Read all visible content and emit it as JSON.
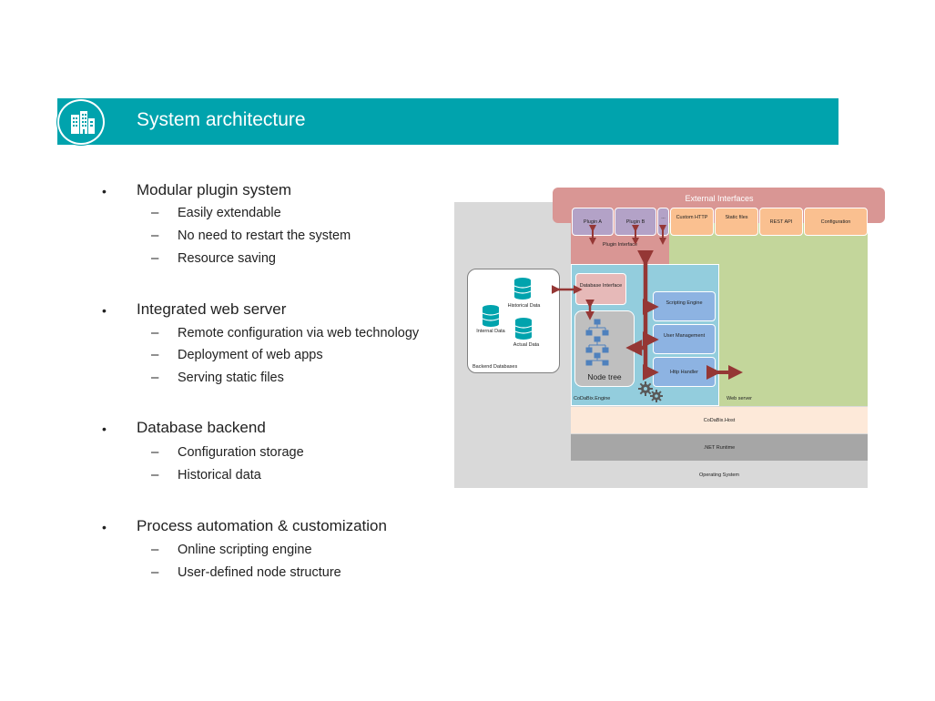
{
  "header": {
    "title": "System architecture",
    "icon": "buildings-icon"
  },
  "sections": [
    {
      "title": "Modular plugin system",
      "items": [
        "Easily extendable",
        "No need to restart the system",
        "Resource saving"
      ]
    },
    {
      "title": "Integrated web server",
      "items": [
        "Remote configuration via web technology",
        "Deployment of web apps",
        "Serving static files"
      ]
    },
    {
      "title": "Database backend",
      "items": [
        "Configuration storage",
        "Historical data"
      ]
    },
    {
      "title": "Process automation & customization",
      "items": [
        "Online scripting engine",
        "User-defined node structure"
      ]
    }
  ],
  "bullet_symbol": "•",
  "dash_symbol": "–",
  "diagram": {
    "external_interfaces": "External Interfaces",
    "plugin_a": "Plugin A",
    "plugin_b": "Plugin B",
    "plugin_ellipsis": "...",
    "custom_http": "Custom HTTP",
    "static_files": "Static files",
    "rest_api": "REST API",
    "configuration": "Configuration",
    "plugin_interface": "Plugin Interface",
    "database_interface": "Database Interface",
    "scripting_engine": "Scripting Engine",
    "user_management": "User Management",
    "http_handler": "Http Handler",
    "node_tree": "Node tree",
    "engine_label": "CoDaBix.Engine",
    "web_server_label": "Web server",
    "host_label": "CoDaBix.Host",
    "net_runtime_label": ".NET Runtime",
    "os_label": "Operating System",
    "backend_databases": "Backend Databases",
    "historical_data": "Historical Data",
    "internal_data": "Internal Data",
    "actual_data": "Actual Data",
    "colors": {
      "teal": "#00a3ad",
      "arrow": "#953735",
      "external": "#d99694",
      "plugin": "#b3a2c7",
      "ext_item": "#fac090",
      "web_server": "#c3d69b",
      "engine": "#93cddd",
      "blue_box": "#8db3e2",
      "host": "#fde9d9",
      "net_runtime": "#a6a6a6",
      "os": "#d9d9d9",
      "db_icon": "#00a3ad"
    }
  }
}
